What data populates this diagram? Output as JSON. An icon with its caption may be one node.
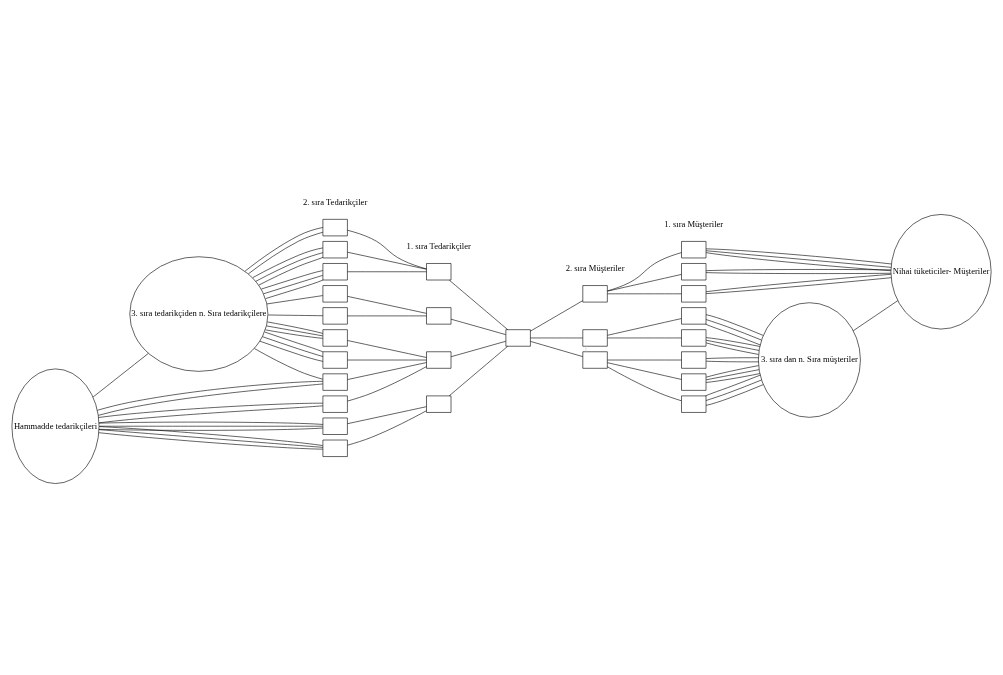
{
  "diagram": {
    "nodes": [
      {
        "text": [
          "Hammadde tedarikçileri"
        ]
      },
      {
        "text": [
          "3. sıra tedarikçiden n. Sıra tedarikçilere"
        ]
      },
      {
        "text": [],
        "shape": "box"
      },
      {
        "text": [],
        "shape": "box"
      },
      {
        "text": [],
        "shape": "box"
      },
      {
        "text": [],
        "shape": "box"
      },
      {
        "text": [],
        "shape": "box"
      },
      {
        "text": [],
        "shape": "box"
      },
      {
        "text": [],
        "shape": "box"
      },
      {
        "text": [],
        "shape": "box"
      },
      {
        "text": [],
        "shape": "box"
      },
      {
        "text": [],
        "shape": "box"
      },
      {
        "text": [],
        "shape": "box"
      },
      {
        "text": [],
        "shape": "box"
      },
      {
        "text": [],
        "shape": "box"
      },
      {
        "text": [],
        "shape": "box"
      },
      {
        "text": [],
        "shape": "box"
      },
      {
        "text": [],
        "shape": "box"
      },
      {
        "text": [],
        "shape": "box"
      },
      {
        "text": [],
        "shape": "box"
      },
      {
        "text": [],
        "shape": "box"
      },
      {
        "text": [],
        "shape": "box"
      },
      {
        "text": [],
        "shape": "box"
      },
      {
        "text": [],
        "shape": "box"
      },
      {
        "text": [],
        "shape": "box"
      },
      {
        "text": [],
        "shape": "box"
      },
      {
        "text": [],
        "shape": "box"
      },
      {
        "text": [],
        "shape": "box"
      },
      {
        "text": [],
        "shape": "box"
      },
      {
        "text": [
          "3. sıra dan n. Sıra müşteriler"
        ]
      },
      {
        "text": [
          "Nihai tüketiciler- Müşteriler"
        ]
      }
    ],
    "edges": [
      {
        "from": 0,
        "to": 1,
        "arrow": "none"
      },
      {
        "from": 1,
        "to": 2,
        "arrow": "none"
      },
      {
        "from": 1,
        "to": 2,
        "arrow": "none"
      },
      {
        "from": 1,
        "to": 3,
        "arrow": "none"
      },
      {
        "from": 1,
        "to": 3,
        "arrow": "none"
      },
      {
        "from": 1,
        "to": 3,
        "arrow": "none"
      },
      {
        "from": 1,
        "to": 4,
        "arrow": "none"
      },
      {
        "from": 1,
        "to": 4,
        "arrow": "none"
      },
      {
        "from": 1,
        "to": 4,
        "arrow": "none"
      },
      {
        "from": 1,
        "to": 5,
        "arrow": "none"
      },
      {
        "from": 1,
        "to": 6,
        "arrow": "none"
      },
      {
        "from": 1,
        "to": 7,
        "arrow": "none"
      },
      {
        "from": 1,
        "to": 7,
        "arrow": "none"
      },
      {
        "from": 1,
        "to": 7,
        "arrow": "none"
      },
      {
        "from": 1,
        "to": 8,
        "arrow": "none"
      },
      {
        "from": 1,
        "to": 8,
        "arrow": "none"
      },
      {
        "from": 1,
        "to": 8,
        "arrow": "none"
      },
      {
        "from": 1,
        "to": 9,
        "arrow": "none"
      },
      {
        "from": 0,
        "to": 9,
        "arrow": "none"
      },
      {
        "from": 0,
        "to": 9,
        "arrow": "none"
      },
      {
        "from": 0,
        "to": 10,
        "arrow": "none"
      },
      {
        "from": 0,
        "to": 10,
        "arrow": "none"
      },
      {
        "from": 0,
        "to": 11,
        "arrow": "none"
      },
      {
        "from": 0,
        "to": 11,
        "arrow": "none"
      },
      {
        "from": 0,
        "to": 11,
        "arrow": "none"
      },
      {
        "from": 0,
        "to": 12,
        "arrow": "none"
      },
      {
        "from": 0,
        "to": 12,
        "arrow": "none"
      },
      {
        "from": 0,
        "to": 12,
        "arrow": "none"
      },
      {
        "from": 2,
        "to": 13,
        "arrow": "none"
      },
      {
        "from": 3,
        "to": 13,
        "arrow": "none"
      },
      {
        "from": 4,
        "to": 13,
        "arrow": "none"
      },
      {
        "from": 5,
        "to": 14,
        "arrow": "none"
      },
      {
        "from": 6,
        "to": 14,
        "arrow": "none"
      },
      {
        "from": 7,
        "to": 15,
        "arrow": "none"
      },
      {
        "from": 8,
        "to": 15,
        "arrow": "none"
      },
      {
        "from": 9,
        "to": 15,
        "arrow": "none"
      },
      {
        "from": 10,
        "to": 15,
        "arrow": "none"
      },
      {
        "from": 11,
        "to": 16,
        "arrow": "none"
      },
      {
        "from": 12,
        "to": 16,
        "arrow": "none"
      },
      {
        "from": 13,
        "to": 17,
        "arrow": "none"
      },
      {
        "from": 14,
        "to": 17,
        "arrow": "none"
      },
      {
        "from": 15,
        "to": 17,
        "arrow": "none"
      },
      {
        "from": 16,
        "to": 17,
        "arrow": "none"
      },
      {
        "from": 17,
        "to": 18,
        "arrow": "none"
      },
      {
        "from": 17,
        "to": 19,
        "arrow": "none"
      },
      {
        "from": 17,
        "to": 20,
        "arrow": "none"
      },
      {
        "from": 19,
        "to": 20,
        "arrow": "none",
        "color": "#c8c8c8"
      },
      {
        "from": 18,
        "to": 21,
        "arrow": "none"
      },
      {
        "from": 18,
        "to": 22,
        "arrow": "none"
      },
      {
        "from": 18,
        "to": 23,
        "arrow": "none"
      },
      {
        "from": 19,
        "to": 24,
        "arrow": "none"
      },
      {
        "from": 19,
        "to": 25,
        "arrow": "none"
      },
      {
        "from": 20,
        "to": 26,
        "arrow": "none"
      },
      {
        "from": 20,
        "to": 27,
        "arrow": "none"
      },
      {
        "from": 20,
        "to": 28,
        "arrow": "none"
      },
      {
        "from": 21,
        "to": 30,
        "arrow": "none"
      },
      {
        "from": 21,
        "to": 30,
        "arrow": "none"
      },
      {
        "from": 21,
        "to": 30,
        "arrow": "none"
      },
      {
        "from": 22,
        "to": 30,
        "arrow": "none"
      },
      {
        "from": 22,
        "to": 30,
        "arrow": "none"
      },
      {
        "from": 23,
        "to": 30,
        "arrow": "none"
      },
      {
        "from": 23,
        "to": 30,
        "arrow": "none"
      },
      {
        "from": 24,
        "to": 29,
        "arrow": "none"
      },
      {
        "from": 24,
        "to": 29,
        "arrow": "none"
      },
      {
        "from": 24,
        "to": 29,
        "arrow": "none"
      },
      {
        "from": 25,
        "to": 29,
        "arrow": "none"
      },
      {
        "from": 25,
        "to": 29,
        "arrow": "none"
      },
      {
        "from": 25,
        "to": 29,
        "arrow": "none"
      },
      {
        "from": 26,
        "to": 29,
        "arrow": "none"
      },
      {
        "from": 26,
        "to": 29,
        "arrow": "none"
      },
      {
        "from": 27,
        "to": 29,
        "arrow": "none"
      },
      {
        "from": 27,
        "to": 29,
        "arrow": "none"
      },
      {
        "from": 27,
        "to": 29,
        "arrow": "none"
      },
      {
        "from": 28,
        "to": 29,
        "arrow": "none"
      },
      {
        "from": 28,
        "to": 29,
        "arrow": "none"
      },
      {
        "from": 28,
        "to": 29,
        "arrow": "none"
      },
      {
        "from": 29,
        "to": 30,
        "arrow": "none"
      }
    ],
    "labels": [
      "2. sıra Tedarikçiler",
      "1. sıra Tedarikçiler",
      "2. sıra Müşteriler",
      "1. sıra Müşteriler"
    ]
  }
}
